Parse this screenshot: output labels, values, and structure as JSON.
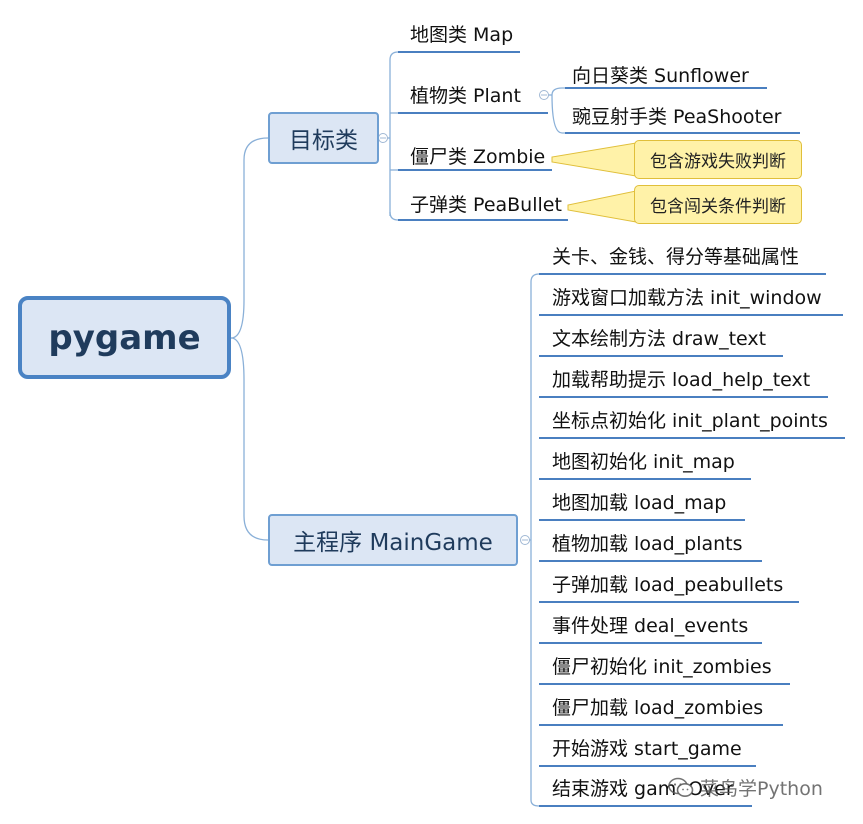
{
  "root": {
    "label": "pygame"
  },
  "target_class": {
    "label": "目标类",
    "children": [
      {
        "label": "地图类 Map"
      },
      {
        "label": "植物类 Plant",
        "children": [
          {
            "label": "向日葵类 Sunflower"
          },
          {
            "label": "豌豆射手类 PeaShooter"
          }
        ]
      },
      {
        "label": "僵尸类 Zombie",
        "callout": "包含游戏失败判断"
      },
      {
        "label": "子弹类 PeaBullet",
        "callout": "包含闯关条件判断"
      }
    ]
  },
  "main_game": {
    "label": "主程序 MainGame",
    "children": [
      {
        "label": "关卡、金钱、得分等基础属性"
      },
      {
        "label": "游戏窗口加载方法 init_window"
      },
      {
        "label": "文本绘制方法 draw_text"
      },
      {
        "label": "加载帮助提示 load_help_text"
      },
      {
        "label": "坐标点初始化 init_plant_points"
      },
      {
        "label": "地图初始化 init_map"
      },
      {
        "label": "地图加载 load_map"
      },
      {
        "label": "植物加载 load_plants"
      },
      {
        "label": "子弹加载 load_peabullets"
      },
      {
        "label": "事件处理 deal_events"
      },
      {
        "label": "僵尸初始化 init_zombies"
      },
      {
        "label": "僵尸加载 load_zombies"
      },
      {
        "label": "开始游戏 start_game"
      },
      {
        "label": "结束游戏 gameOver"
      }
    ]
  },
  "watermark": {
    "label": "菜鸟学Python",
    "icon": "wechat-icon"
  },
  "colors": {
    "line": "#8ab0d8",
    "underline": "#4a7fc0",
    "node_fill": "#dce6f4",
    "callout_fill": "#fff2a8"
  }
}
